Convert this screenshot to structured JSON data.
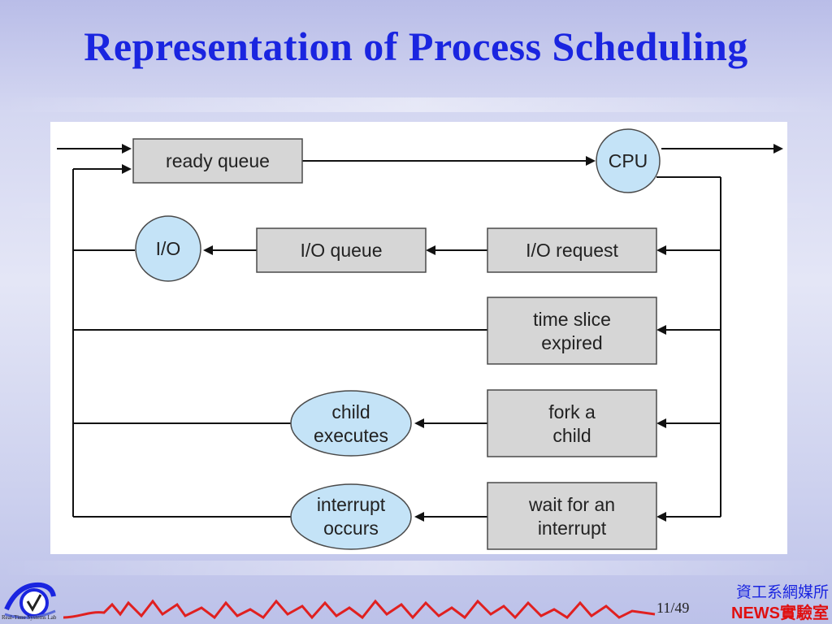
{
  "title": "Representation of Process Scheduling",
  "diagram": {
    "nodes": {
      "ready_queue": "ready queue",
      "cpu": "CPU",
      "io": "I/O",
      "io_queue": "I/O queue",
      "io_request": "I/O request",
      "time_slice_line1": "time slice",
      "time_slice_line2": "expired",
      "fork_line1": "fork a",
      "fork_line2": "child",
      "child_exec_line1": "child",
      "child_exec_line2": "executes",
      "wait_line1": "wait for an",
      "wait_line2": "interrupt",
      "interrupt_line1": "interrupt",
      "interrupt_line2": "occurs"
    }
  },
  "footer": {
    "logo_caption": "Real-Time Systems Lab",
    "page_number": "11/49",
    "dept_name": "資工系網媒所",
    "lab_name": "NEWS實驗室"
  },
  "colors": {
    "title": "#1a25e0",
    "box_fill": "#d6d6d6",
    "circle_fill": "#c4e3f7",
    "lab_name": "#e01010"
  }
}
